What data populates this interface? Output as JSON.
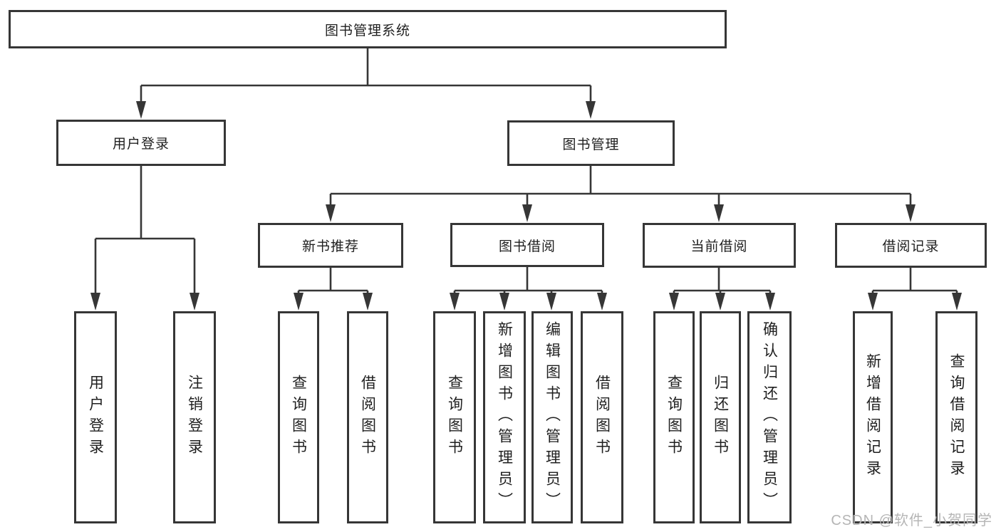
{
  "colors": {
    "line": "#363636",
    "text": "#1f1f1f",
    "watermark": "#b5b5b5",
    "background": "#ffffff"
  },
  "watermark": "CSDN @软件_小贺同学",
  "tree": {
    "root": "图书管理系统",
    "nodes": [
      {
        "label": "用户登录",
        "children": [
          "用户登录",
          "注销登录"
        ]
      },
      {
        "label": "图书管理",
        "groups": [
          {
            "label": "新书推荐",
            "children": [
              "查询图书",
              "借阅图书"
            ]
          },
          {
            "label": "图书借阅",
            "children": [
              "查询图书",
              "新增图书（管理员）",
              "编辑图书（管理员）",
              "借阅图书"
            ]
          },
          {
            "label": "当前借阅",
            "children": [
              "查询图书",
              "归还图书",
              "确认归还（管理员）"
            ]
          },
          {
            "label": "借阅记录",
            "children": [
              "新增借阅记录",
              "查询借阅记录"
            ]
          }
        ]
      }
    ]
  }
}
